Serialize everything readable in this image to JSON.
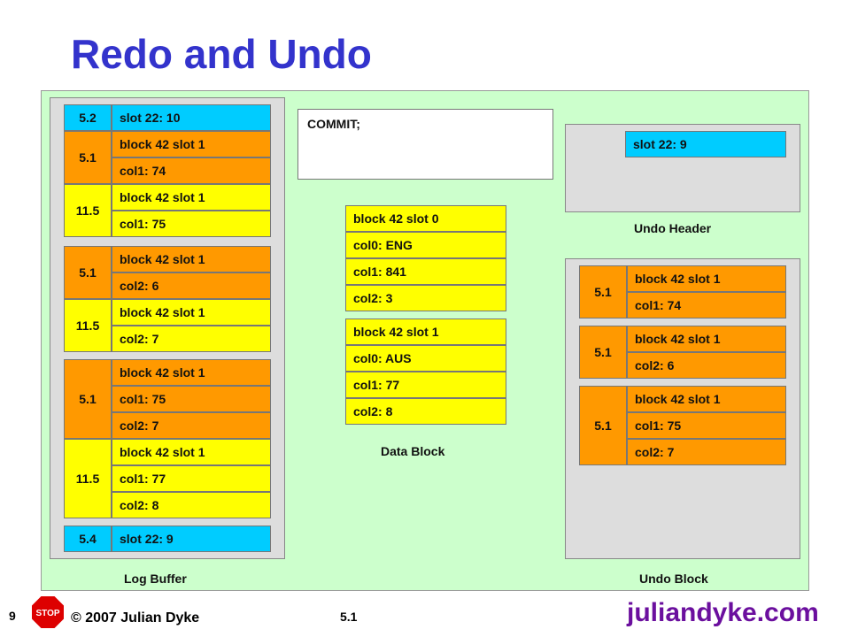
{
  "title": "Redo and Undo",
  "log_buffer": {
    "label": "Log Buffer",
    "rows": [
      {
        "text": "slot 22: 10"
      },
      {
        "text": "block 42 slot 1"
      },
      {
        "text": "col1: 74"
      },
      {
        "text": "block 42 slot 1"
      },
      {
        "text": "col1: 75"
      },
      {
        "text": "block 42 slot 1"
      },
      {
        "text": "col2: 6"
      },
      {
        "text": "block 42 slot 1"
      },
      {
        "text": "col2: 7"
      },
      {
        "text": "block 42 slot 1"
      },
      {
        "text": "col1: 75"
      },
      {
        "text": "col2: 7"
      },
      {
        "text": "block 42 slot 1"
      },
      {
        "text": "col1: 77"
      },
      {
        "text": "col2: 8"
      },
      {
        "text": "slot 22: 9"
      }
    ],
    "codes": [
      "5.2",
      "5.1",
      "11.5",
      "5.1",
      "11.5",
      "5.1",
      "11.5",
      "5.4"
    ]
  },
  "commit": {
    "text": "COMMIT;"
  },
  "data_block": {
    "label": "Data Block",
    "rows": [
      {
        "text": "block 42 slot 0"
      },
      {
        "text": "col0: ENG"
      },
      {
        "text": "col1: 841"
      },
      {
        "text": "col2: 3"
      },
      {
        "text": "block 42 slot 1"
      },
      {
        "text": "col0: AUS"
      },
      {
        "text": "col1: 77"
      },
      {
        "text": "col2: 8"
      }
    ]
  },
  "undo_header": {
    "label": "Undo Header",
    "slot": "slot 22: 9"
  },
  "undo_block": {
    "label": "Undo Block",
    "rows": [
      {
        "text": "block 42 slot 1"
      },
      {
        "text": "col1: 74"
      },
      {
        "text": "block 42 slot 1"
      },
      {
        "text": "col2: 6"
      },
      {
        "text": "block 42 slot 1"
      },
      {
        "text": "col1: 75"
      },
      {
        "text": "col2: 7"
      }
    ],
    "codes": [
      "5.1",
      "5.1",
      "5.1"
    ]
  },
  "footer": {
    "slide_number": "9",
    "stop_label": "STOP",
    "copyright": "© 2007 Julian Dyke",
    "section": "5.1",
    "brand": "juliandyke.com"
  },
  "colors": {
    "title": "#3333cc",
    "panel": "#ccffcc",
    "cyan": "#00ccff",
    "orange": "#ff9900",
    "yellow": "#ffff00",
    "stop": "#dd0000",
    "brand": "#6b0f9e"
  }
}
